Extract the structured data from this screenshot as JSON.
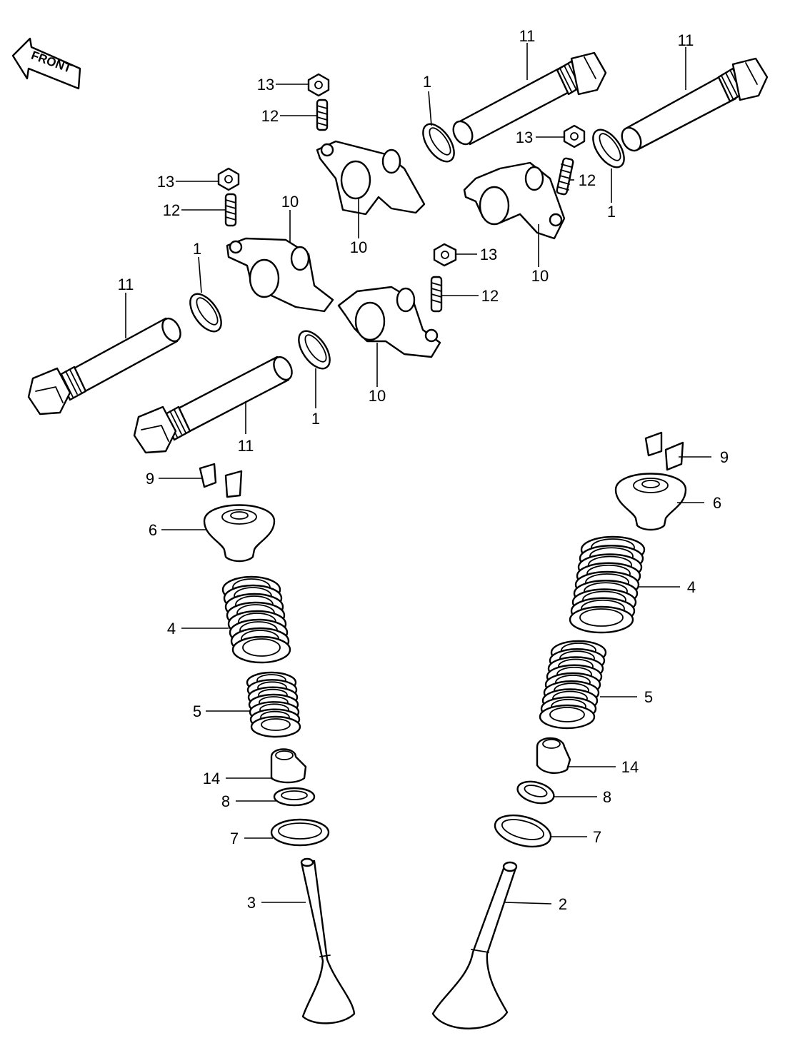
{
  "front_label": "FRONT",
  "colors": {
    "line": "#000000",
    "background": "#ffffff"
  },
  "callouts": [
    "11",
    "11",
    "13",
    "12",
    "1",
    "13",
    "12",
    "1",
    "13",
    "12",
    "10",
    "10",
    "10",
    "1",
    "11",
    "13",
    "12",
    "10",
    "1",
    "11",
    "9",
    "9",
    "6",
    "6",
    "4",
    "4",
    "5",
    "5",
    "14",
    "14",
    "8",
    "8",
    "7",
    "7",
    "3",
    "2"
  ]
}
